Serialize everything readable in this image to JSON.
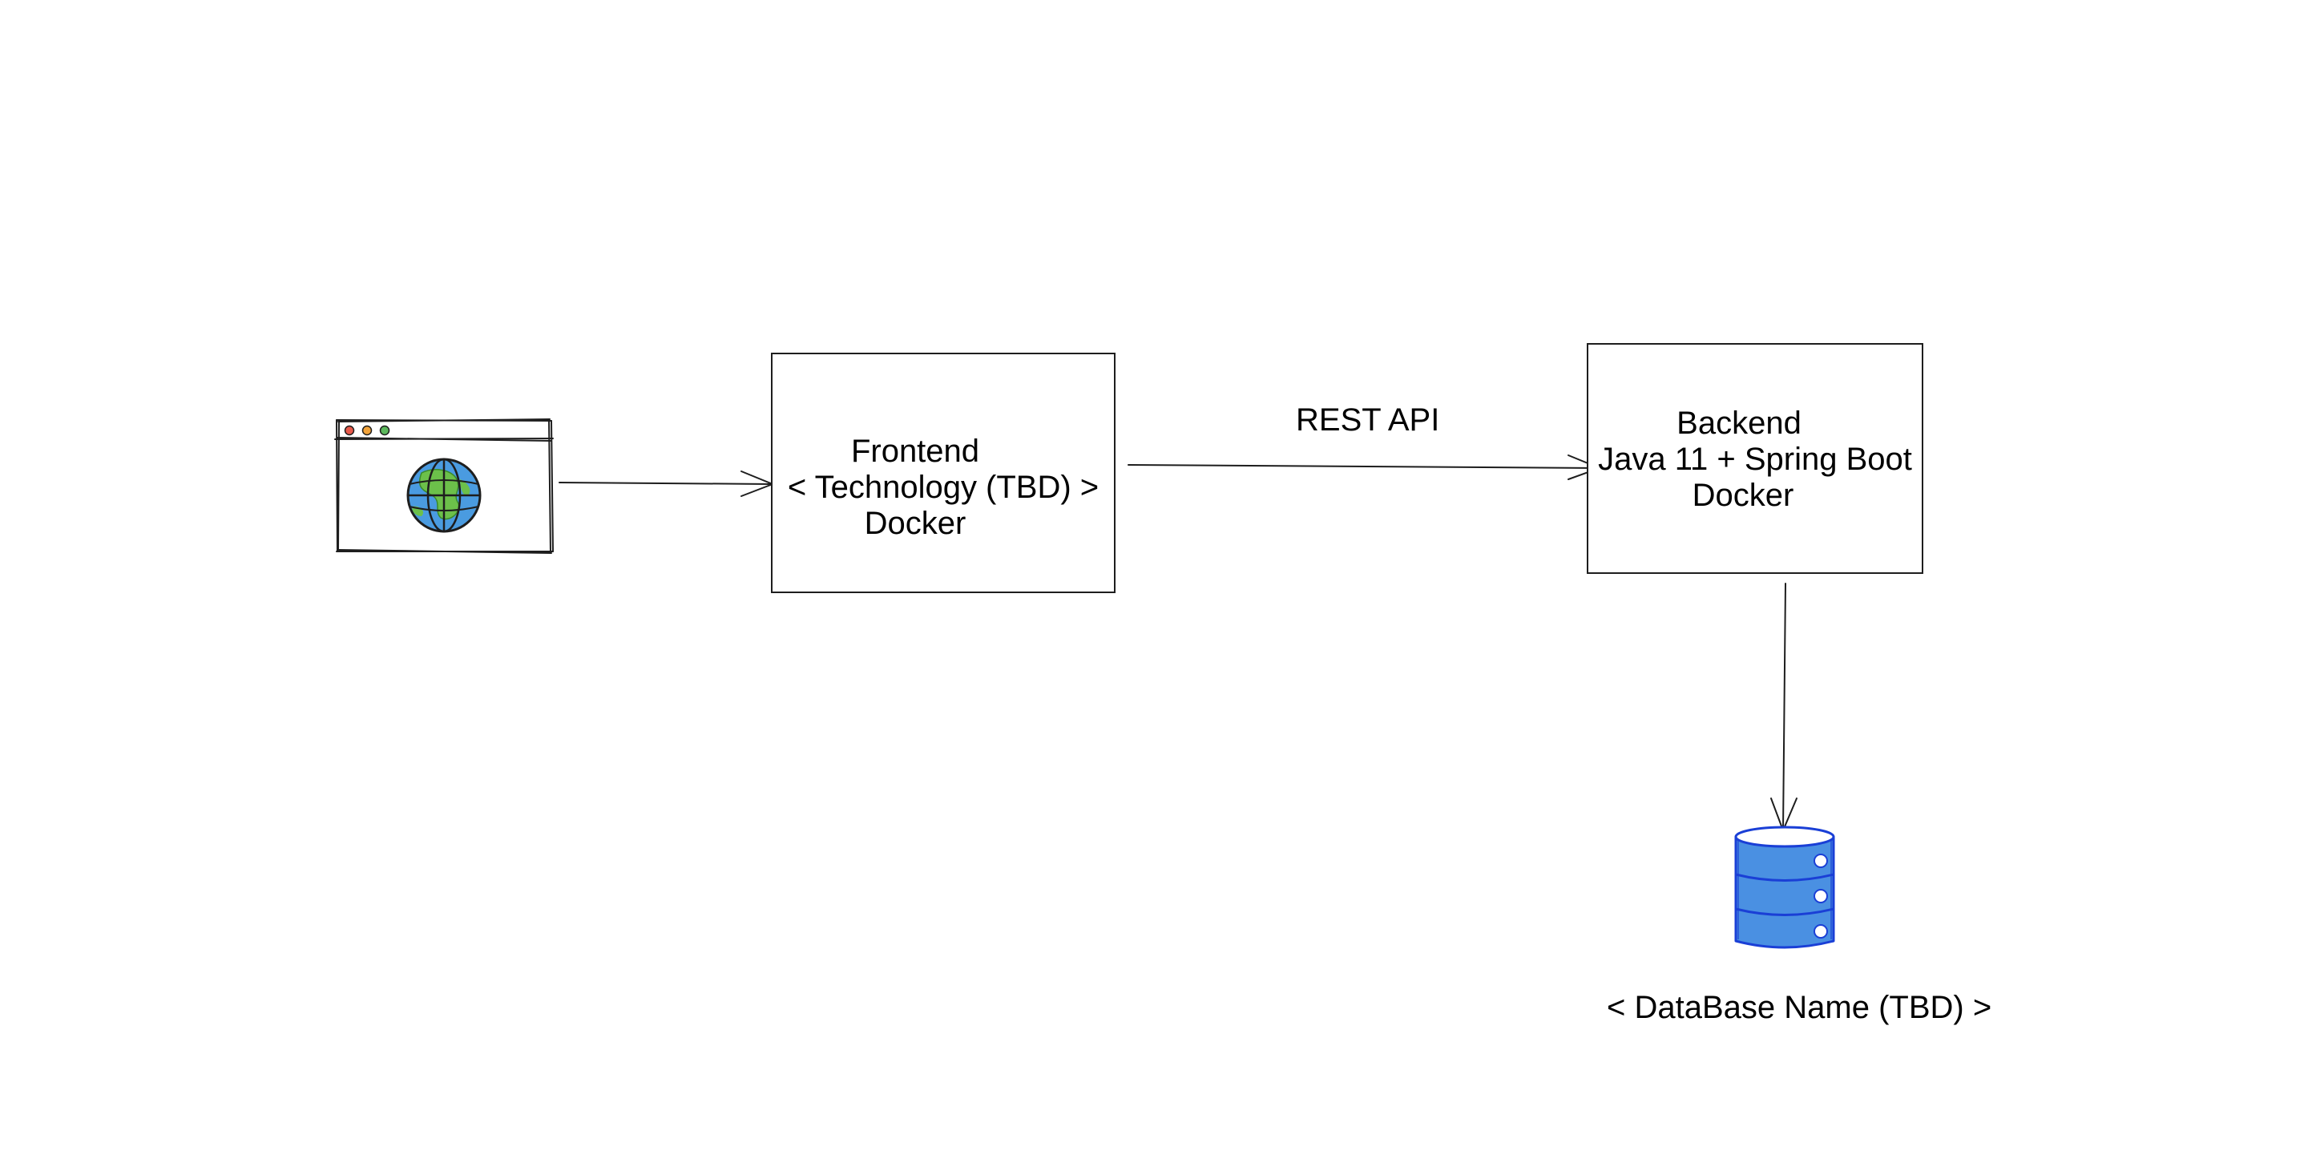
{
  "diagram": {
    "browser": {
      "icon": "browser-globe-icon",
      "dot_colors": [
        "#e8594a",
        "#f2a33a",
        "#5cb85c"
      ],
      "globe_ocean": "#4a9be0",
      "globe_land": "#6cc04a"
    },
    "frontend": {
      "lines": [
        "Frontend",
        "< Technology (TBD) >",
        "Docker"
      ]
    },
    "rest_api_label": "REST API",
    "backend": {
      "lines": [
        "Backend",
        "Java 11 + Spring Boot",
        "Docker"
      ]
    },
    "database": {
      "icon": "database-icon",
      "fill": "#4a90e2",
      "stroke": "#1a3fd6",
      "label": "< DataBase Name (TBD) >"
    }
  }
}
